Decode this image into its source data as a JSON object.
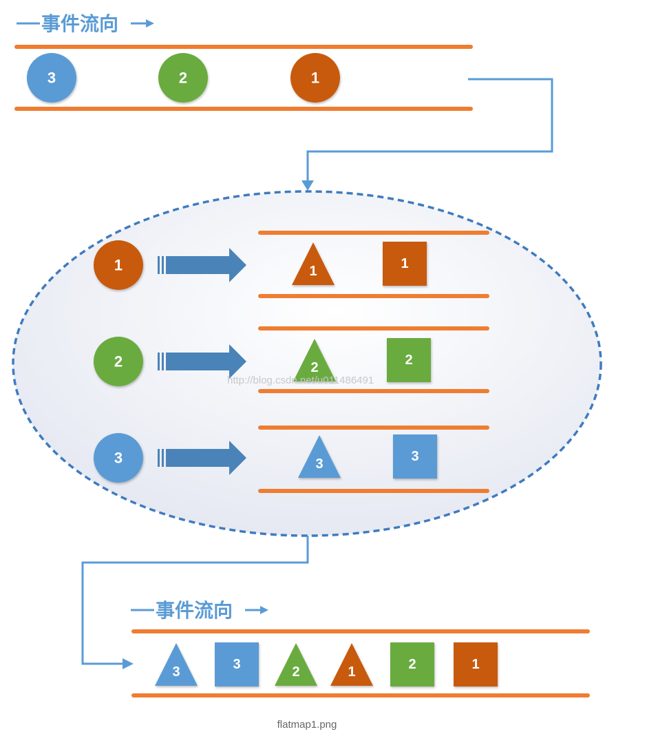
{
  "title_top": "事件流向",
  "title_bottom": "事件流向",
  "watermark": "http://blog.csdn.net/u011486491",
  "caption": "flatmap1.png",
  "colors": {
    "blue": "#5a9bd5",
    "green": "#6aab3f",
    "orange": "#c85a0f",
    "track": "#ef7d31",
    "connector": "#5a9bd5",
    "arrow": "#4a83b8",
    "dashed": "#3f7bbf"
  },
  "input_events": [
    {
      "label": "3",
      "color": "blue"
    },
    {
      "label": "2",
      "color": "green"
    },
    {
      "label": "1",
      "color": "orange"
    }
  ],
  "mappings": [
    {
      "input": "1",
      "color": "orange",
      "outputs": [
        {
          "shape": "triangle",
          "label": "1"
        },
        {
          "shape": "square",
          "label": "1"
        }
      ]
    },
    {
      "input": "2",
      "color": "green",
      "outputs": [
        {
          "shape": "triangle",
          "label": "2"
        },
        {
          "shape": "square",
          "label": "2"
        }
      ]
    },
    {
      "input": "3",
      "color": "blue",
      "outputs": [
        {
          "shape": "triangle",
          "label": "3"
        },
        {
          "shape": "square",
          "label": "3"
        }
      ]
    }
  ],
  "output_events": [
    {
      "shape": "triangle",
      "label": "3",
      "color": "blue"
    },
    {
      "shape": "square",
      "label": "3",
      "color": "blue"
    },
    {
      "shape": "triangle",
      "label": "2",
      "color": "green"
    },
    {
      "shape": "triangle",
      "label": "1",
      "color": "orange"
    },
    {
      "shape": "square",
      "label": "2",
      "color": "green"
    },
    {
      "shape": "square",
      "label": "1",
      "color": "orange"
    }
  ]
}
